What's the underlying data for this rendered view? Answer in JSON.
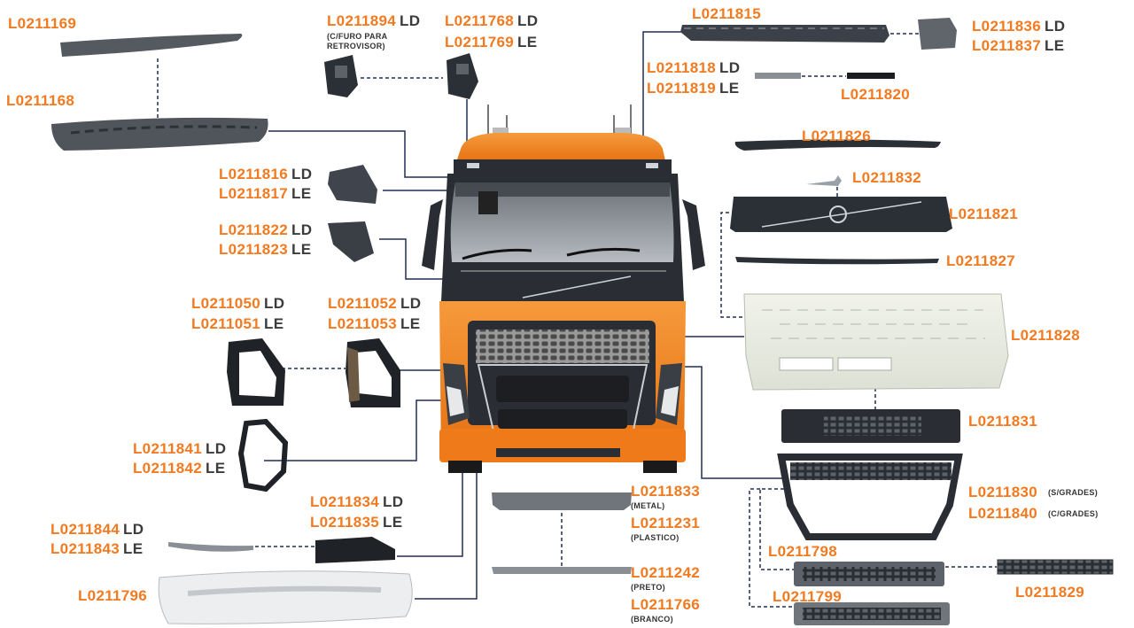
{
  "title": "",
  "colors": {
    "accent": "#f27a21",
    "side_text": "#3b3b3b",
    "connector": "#1f2f57",
    "truck_orange": "#f07d1a",
    "part_dark": "#2b2f36"
  },
  "labels": {
    "l0211169": {
      "code": "L0211169"
    },
    "l0211168": {
      "code": "L0211168"
    },
    "l0211894": {
      "code": "L0211894",
      "side": "LD",
      "note": "(C/FURO PARA RETROVISOR)"
    },
    "l0211768": {
      "code": "L0211768",
      "side": "LD"
    },
    "l0211769": {
      "code": "L0211769",
      "side": "LE"
    },
    "l0211815": {
      "code": "L0211815"
    },
    "l0211836": {
      "code": "L0211836",
      "side": "LD"
    },
    "l0211837": {
      "code": "L0211837",
      "side": "LE"
    },
    "l0211818": {
      "code": "L0211818",
      "side": "LD"
    },
    "l0211819": {
      "code": "L0211819",
      "side": "LE"
    },
    "l0211820": {
      "code": "L0211820"
    },
    "l0211826": {
      "code": "L0211826"
    },
    "l0211832": {
      "code": "L0211832"
    },
    "l0211821": {
      "code": "L0211821"
    },
    "l0211827": {
      "code": "L0211827"
    },
    "l0211816": {
      "code": "L0211816",
      "side": "LD"
    },
    "l0211817": {
      "code": "L0211817",
      "side": "LE"
    },
    "l0211822": {
      "code": "L0211822",
      "side": "LD"
    },
    "l0211823": {
      "code": "L0211823",
      "side": "LE"
    },
    "l0211828": {
      "code": "L0211828"
    },
    "l0211050": {
      "code": "L0211050",
      "side": "LD"
    },
    "l0211051": {
      "code": "L0211051",
      "side": "LE"
    },
    "l0211052": {
      "code": "L0211052",
      "side": "LD"
    },
    "l0211053": {
      "code": "L0211053",
      "side": "LE"
    },
    "l0211831": {
      "code": "L0211831"
    },
    "l0211841": {
      "code": "L0211841",
      "side": "LD"
    },
    "l0211842": {
      "code": "L0211842",
      "side": "LE"
    },
    "l0211833": {
      "code": "L0211833",
      "note": "(METAL)"
    },
    "l0211231": {
      "code": "L0211231",
      "note": "(PLASTICO)"
    },
    "l0211830": {
      "code": "L0211830",
      "note": "(S/GRADES)"
    },
    "l0211840": {
      "code": "L0211840",
      "note": "(C/GRADES)"
    },
    "l0211834": {
      "code": "L0211834",
      "side": "LD"
    },
    "l0211835": {
      "code": "L0211835",
      "side": "LE"
    },
    "l0211844": {
      "code": "L0211844",
      "side": "LD"
    },
    "l0211843": {
      "code": "L0211843",
      "side": "LE"
    },
    "l0211798": {
      "code": "L0211798"
    },
    "l0211829": {
      "code": "L0211829"
    },
    "l0211796": {
      "code": "L0211796"
    },
    "l0211242": {
      "code": "L0211242",
      "note": "(PRETO)"
    },
    "l0211799": {
      "code": "L0211799"
    },
    "l0211766": {
      "code": "L0211766",
      "note": "(BRANCO)"
    }
  }
}
